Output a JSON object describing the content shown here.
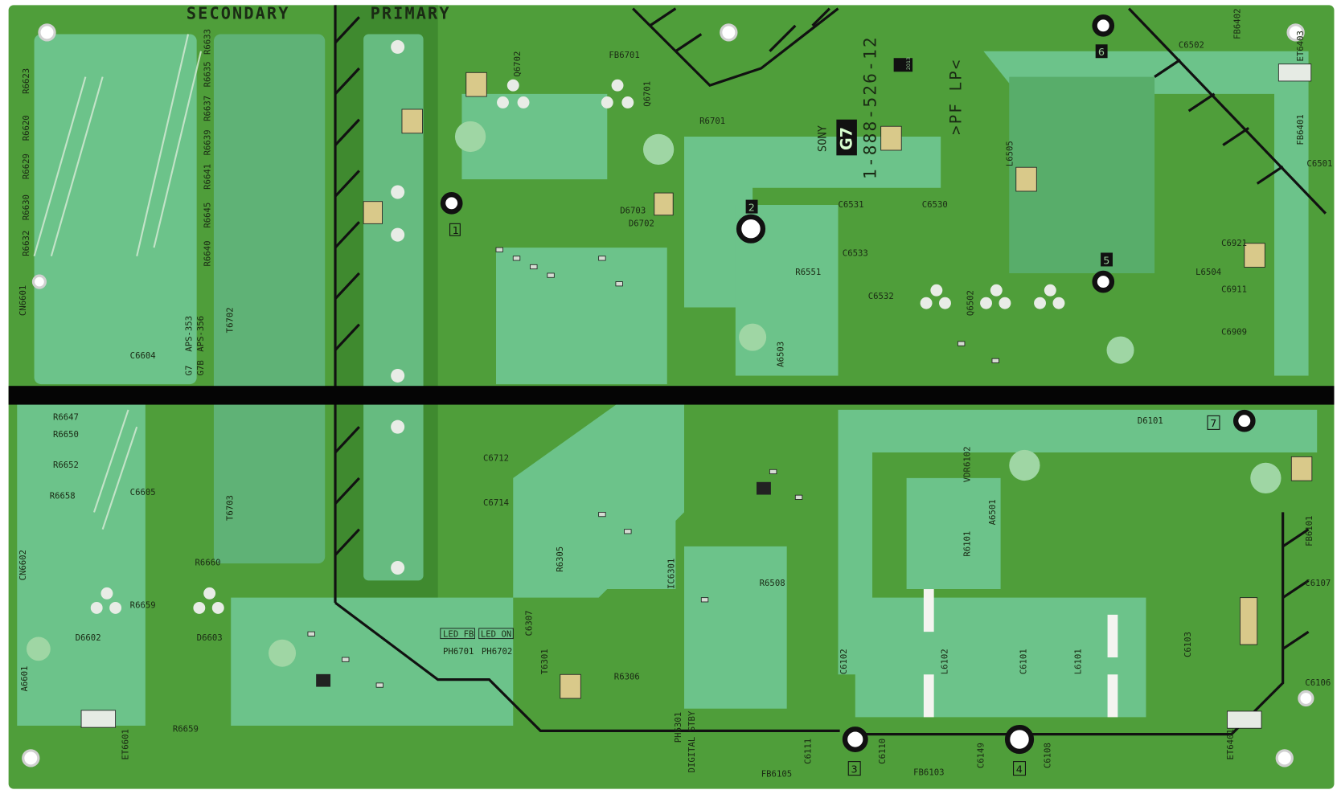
{
  "board": {
    "section_secondary": "SECONDARY",
    "section_primary": "PRIMARY",
    "brand": "SONY",
    "model_code": "G7",
    "year": "2013",
    "part_number": "1-888-526-12",
    "material_mark": ">PF LP<",
    "colors": {
      "board": "#4f9e3a",
      "trace": "#6cc38a",
      "stripe": "#050505",
      "pad": "#e8ece6"
    }
  },
  "labels": {
    "left_resistors": [
      "R6623",
      "R6620",
      "R6629",
      "R6630",
      "R6632"
    ],
    "left_resistors2": [
      "R6640",
      "R6645",
      "R6641",
      "R6639",
      "R6637",
      "R6635",
      "R6633"
    ],
    "transformers": [
      "T6702",
      "T6703"
    ],
    "aps": [
      "APS-353",
      "APS-356"
    ],
    "variants": [
      "G7",
      "G7B"
    ],
    "cn6601": "CN6601",
    "cn6602": "CN6602",
    "c6604": "C6604",
    "c6605": "C6605",
    "r6647": "R6647",
    "r6650": "R6650",
    "r6652": "R6652",
    "r6658": "R6658",
    "r6659": "R6659",
    "r6660": "R6660",
    "d6602": "D6602",
    "d6603": "D6603",
    "a6601": "A6601",
    "et6601": "ET6601",
    "q6702": "Q6702",
    "fb6701": "FB6701",
    "q6701": "Q6701",
    "r6701": "R6701",
    "d6703": "D6703",
    "d6702": "D6702",
    "c6712": "C6712",
    "c6714": "C6714",
    "led_fb": "LED FB",
    "led_on": "LED ON",
    "ph6701": "PH6701",
    "ph6702": "PH6702",
    "digital_stby": "DIGITAL STBY",
    "ph6301": "PH6301",
    "t6301": "T6301",
    "fb6105": "FB6105",
    "fb6103": "FB6103",
    "c6111": "C6111",
    "c6110": "C6110",
    "c6149": "C6149",
    "c6108": "C6108",
    "c6531": "C6531",
    "c6530": "C6530",
    "r6551": "R6551",
    "c6533": "C6533",
    "c6532": "C6532",
    "a6503": "A6503",
    "q6502": "Q6502",
    "l6505": "L6505",
    "l6504": "L6504",
    "c6911": "C6911",
    "c6909": "C6909",
    "c6921": "C6921",
    "c6502": "C6502",
    "c6501": "C6501",
    "fb6402": "FB6402",
    "et6403": "ET6403",
    "fb6401": "FB6401",
    "d6101": "D6101",
    "vdr6102": "VDR6102",
    "a6501": "A6501",
    "fb6101": "FB6101",
    "r6101": "R6101",
    "c6107": "C6107",
    "c6106": "C6106",
    "l6102": "L6102",
    "l6101": "L6101",
    "c6102": "C6102",
    "c6101": "C6101",
    "c6103": "C6103",
    "et6401": "ET6401",
    "r6508": "R6508",
    "r6305": "R6305",
    "ic6301": "IC6301",
    "c6307": "C6307",
    "r6306": "R6306"
  },
  "markers": [
    "1",
    "2",
    "3",
    "4",
    "5",
    "6",
    "7"
  ]
}
